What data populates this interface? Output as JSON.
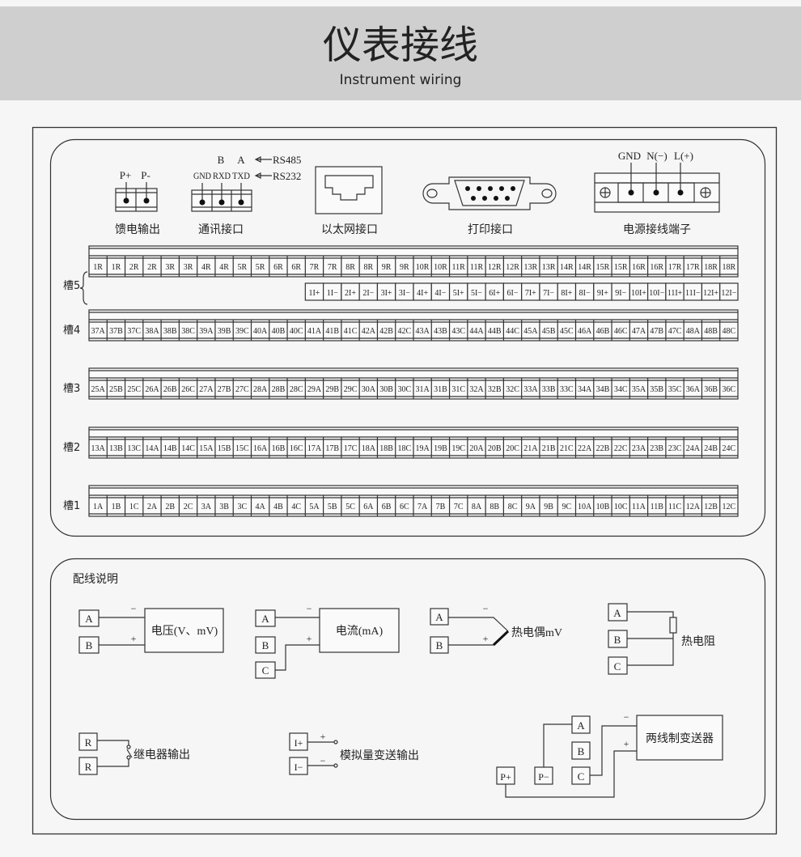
{
  "header": {
    "title": "仪表接线",
    "subtitle": "Instrument wiring",
    "background": "#d0cfd0"
  },
  "ports": {
    "feed": {
      "pins": [
        "P+",
        "P-"
      ],
      "label": "馈电输出"
    },
    "comm": {
      "rs485_pins": [
        "B",
        "A"
      ],
      "rs485": "RS485",
      "rs232_pins": [
        "GND",
        "RXD",
        "TXD"
      ],
      "rs232": "RS232",
      "label": "通讯接口"
    },
    "ethernet": {
      "label": "以太网接口"
    },
    "printer": {
      "label": "打印接口"
    },
    "power": {
      "pins": [
        "GND",
        "N(−)",
        "L(+)"
      ],
      "label": "电源接线端子"
    }
  },
  "slots": [
    {
      "label": "槽5",
      "rows": [
        [
          "1R",
          "1R",
          "2R",
          "2R",
          "3R",
          "3R",
          "4R",
          "4R",
          "5R",
          "5R",
          "6R",
          "6R",
          "7R",
          "7R",
          "8R",
          "8R",
          "9R",
          "9R",
          "10R",
          "10R",
          "11R",
          "11R",
          "12R",
          "12R",
          "13R",
          "13R",
          "14R",
          "14R",
          "15R",
          "15R",
          "16R",
          "16R",
          "17R",
          "17R",
          "18R",
          "18R"
        ],
        [
          "1I+",
          "1I−",
          "2I+",
          "2I−",
          "3I+",
          "3I−",
          "4I+",
          "4I−",
          "5I+",
          "5I−",
          "6I+",
          "6I−",
          "7I+",
          "7I−",
          "8I+",
          "8I−",
          "9I+",
          "9I−",
          "10I+",
          "10I−",
          "11I+",
          "11I−",
          "12I+",
          "12I−"
        ]
      ]
    },
    {
      "label": "槽4",
      "rows": [
        [
          "37A",
          "37B",
          "37C",
          "38A",
          "38B",
          "38C",
          "39A",
          "39B",
          "39C",
          "40A",
          "40B",
          "40C",
          "41A",
          "41B",
          "41C",
          "42A",
          "42B",
          "42C",
          "43A",
          "43B",
          "43C",
          "44A",
          "44B",
          "44C",
          "45A",
          "45B",
          "45C",
          "46A",
          "46B",
          "46C",
          "47A",
          "47B",
          "47C",
          "48A",
          "48B",
          "48C"
        ]
      ]
    },
    {
      "label": "槽3",
      "rows": [
        [
          "25A",
          "25B",
          "25C",
          "26A",
          "26B",
          "26C",
          "27A",
          "27B",
          "27C",
          "28A",
          "28B",
          "28C",
          "29A",
          "29B",
          "29C",
          "30A",
          "30B",
          "30C",
          "31A",
          "31B",
          "31C",
          "32A",
          "32B",
          "32C",
          "33A",
          "33B",
          "33C",
          "34A",
          "34B",
          "34C",
          "35A",
          "35B",
          "35C",
          "36A",
          "36B",
          "36C"
        ]
      ]
    },
    {
      "label": "槽2",
      "rows": [
        [
          "13A",
          "13B",
          "13C",
          "14A",
          "14B",
          "14C",
          "15A",
          "15B",
          "15C",
          "16A",
          "16B",
          "16C",
          "17A",
          "17B",
          "17C",
          "18A",
          "18B",
          "18C",
          "19A",
          "19B",
          "19C",
          "20A",
          "20B",
          "20C",
          "21A",
          "21B",
          "21C",
          "22A",
          "22B",
          "22C",
          "23A",
          "23B",
          "23C",
          "24A",
          "24B",
          "24C"
        ]
      ]
    },
    {
      "label": "槽1",
      "rows": [
        [
          "1A",
          "1B",
          "1C",
          "2A",
          "2B",
          "2C",
          "3A",
          "3B",
          "3C",
          "4A",
          "4B",
          "4C",
          "5A",
          "5B",
          "5C",
          "6A",
          "6B",
          "6C",
          "7A",
          "7B",
          "7C",
          "8A",
          "8B",
          "8C",
          "9A",
          "9B",
          "9C",
          "10A",
          "10B",
          "10C",
          "11A",
          "11B",
          "11C",
          "12A",
          "12B",
          "12C"
        ]
      ]
    }
  ],
  "legend": {
    "title": "配线说明",
    "voltage": {
      "a": "A",
      "b": "B",
      "minus": "−",
      "plus": "+",
      "label": "电压(V、mV)"
    },
    "current": {
      "a": "A",
      "b": "B",
      "c": "C",
      "minus": "−",
      "plus": "+",
      "label": "电流(mA)"
    },
    "thermocouple": {
      "a": "A",
      "b": "B",
      "minus": "−",
      "plus": "+",
      "label": "热电偶mV"
    },
    "rtd": {
      "a": "A",
      "b": "B",
      "c": "C",
      "label": "热电阻"
    },
    "relay": {
      "r1": "R",
      "r2": "R",
      "label": "继电器输出"
    },
    "analog": {
      "ip": "I+",
      "im": "I−",
      "plus": "+",
      "minus": "−",
      "label": "模拟量变送输出"
    },
    "two_wire": {
      "a": "A",
      "b": "B",
      "c": "C",
      "pp": "P+",
      "pm": "P−",
      "minus": "−",
      "plus": "+",
      "label": "两线制变送器"
    }
  }
}
